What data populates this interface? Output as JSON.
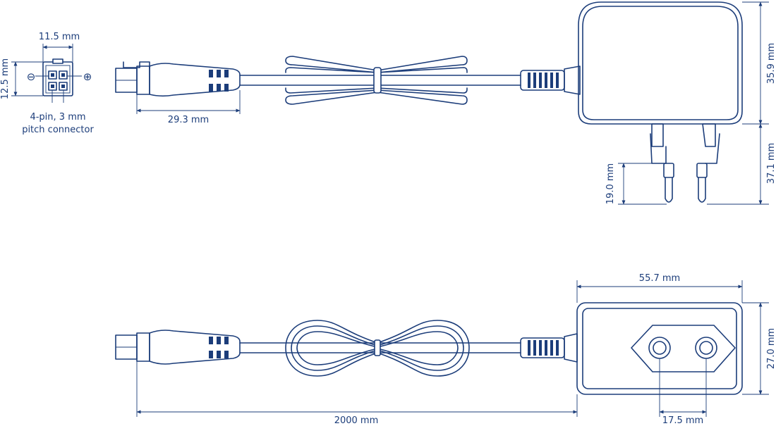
{
  "connector": {
    "width_label": "11.5 mm",
    "height_label": "12.5 mm",
    "minus_symbol": "⊖",
    "plus_symbol": "⊕",
    "caption_line1": "4-pin, 3 mm",
    "caption_line2": "pitch connector"
  },
  "side_view": {
    "plug_length_label": "29.3 mm",
    "body_height_label": "35.9 mm",
    "pin_length_label": "19.0 mm",
    "pin_total_label": "37.1 mm"
  },
  "top_view": {
    "body_width_label": "55.7 mm",
    "body_depth_label": "27.0 mm",
    "cable_length_label": "2000 mm",
    "pin_spacing_label": "17.5 mm"
  }
}
